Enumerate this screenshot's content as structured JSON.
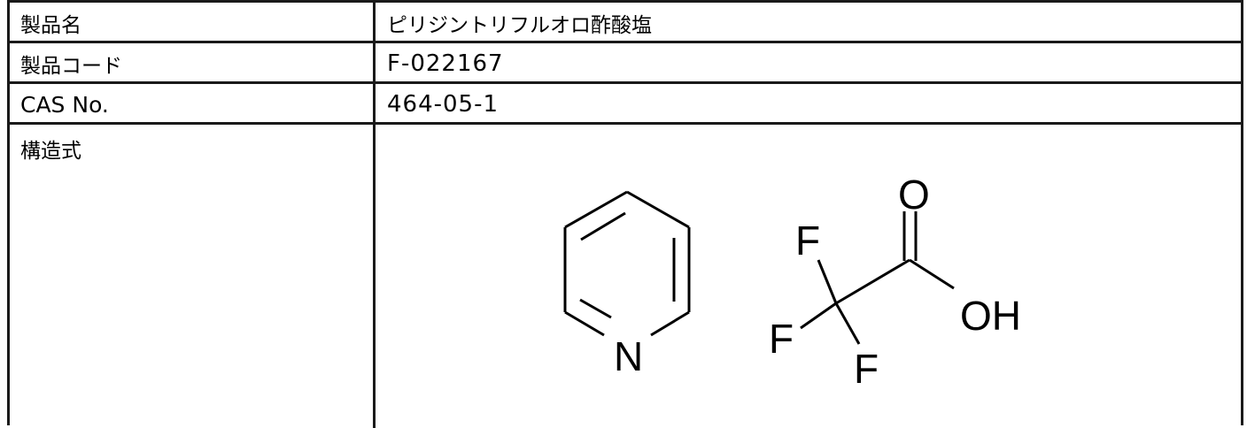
{
  "table": {
    "rows": [
      {
        "label": "製品名",
        "value": "ピリジントリフルオロ酢酸塩"
      },
      {
        "label": "製品コード",
        "value": "F-022167"
      },
      {
        "label": "CAS No.",
        "value": "464-05-1"
      },
      {
        "label": "構造式",
        "value": ""
      }
    ]
  },
  "structure": {
    "atoms": {
      "n": "N",
      "o": "O",
      "oh": "OH",
      "f1": "F",
      "f2": "F",
      "f3": "F"
    }
  }
}
